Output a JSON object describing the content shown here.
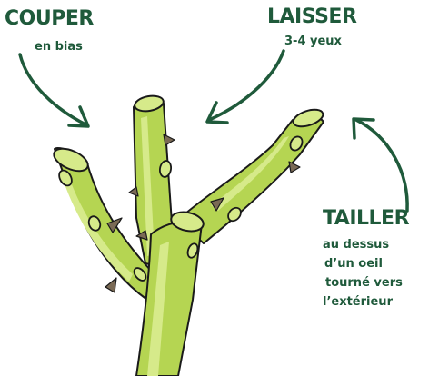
{
  "labels": {
    "couper": {
      "title": "COUPER",
      "subtitle": "en bias"
    },
    "laisser": {
      "title": "LAISSER",
      "subtitle": "3-4 yeux"
    },
    "tailler": {
      "title": "TAILLER",
      "lines": [
        "au dessus",
        "d’un oeil",
        "tourné vers",
        "l’extérieur"
      ]
    }
  },
  "colors": {
    "text": "#1f5a3b",
    "arrow": "#1f5a3b",
    "stem_fill": "#b5d552",
    "stem_highlight": "#d6ea8a",
    "stem_shadow": "#8bb23a",
    "outline": "#1a1a1a",
    "bud": "#7a6a55"
  }
}
